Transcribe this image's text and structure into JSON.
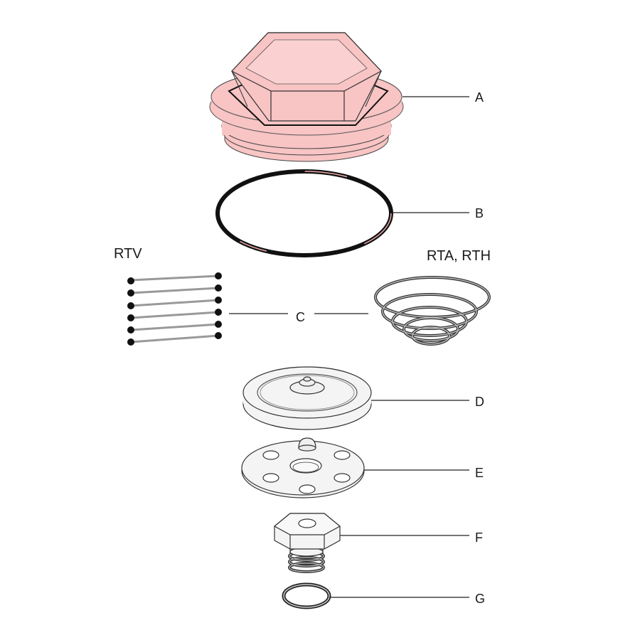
{
  "headers": {
    "rtv": "RTV",
    "rta_rth": "RTA, RTH"
  },
  "labels": {
    "a": "A",
    "b": "B",
    "c": "C",
    "d": "D",
    "e": "E",
    "f": "F",
    "g": "G"
  },
  "colors": {
    "cap_fill": "#f8c4c4",
    "cap_stroke": "#222222",
    "oring_highlight": "#e9a7a7",
    "line": "#222222"
  }
}
